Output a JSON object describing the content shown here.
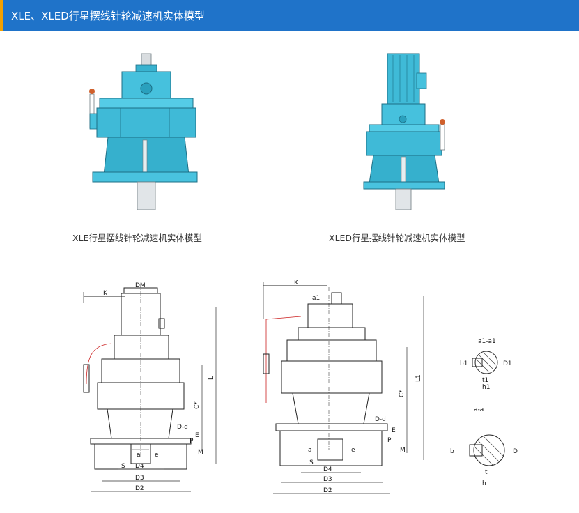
{
  "header": {
    "title": "XLE、XLED行星摆线针轮减速机实体模型",
    "accent_color": "#f2a000",
    "bar_color": "#1f73c9"
  },
  "models": [
    {
      "caption": "XLE行星摆线针轮减速机实体模型"
    },
    {
      "caption": "XLED行星摆线针轮减速机实体模型"
    }
  ],
  "drawing_left": {
    "labels": {
      "k": "K",
      "dm": "DM",
      "l": "L",
      "c": "C*",
      "d_d": "D-d",
      "e": "E",
      "p": "P",
      "m": "M",
      "a": "a",
      "e2": "e",
      "s": "S",
      "d4": "D4",
      "d3": "D3",
      "d2": "D2"
    }
  },
  "drawing_mid": {
    "labels": {
      "k": "K",
      "a1": "a1",
      "l1": "L1",
      "c": "C*",
      "d_d": "D-d",
      "e": "E",
      "p": "P",
      "m": "M",
      "a": "a",
      "e2": "e",
      "s": "S",
      "d4": "D4",
      "d3": "D3",
      "d2": "D2"
    }
  },
  "drawing_right": {
    "section_a1_title": "a1-a1",
    "section_a_title": "a-a",
    "labels": {
      "b1": "b1",
      "d1": "D1",
      "t1": "t1",
      "h1": "h1",
      "b": "b",
      "d": "D",
      "t": "t",
      "h": "h"
    }
  }
}
